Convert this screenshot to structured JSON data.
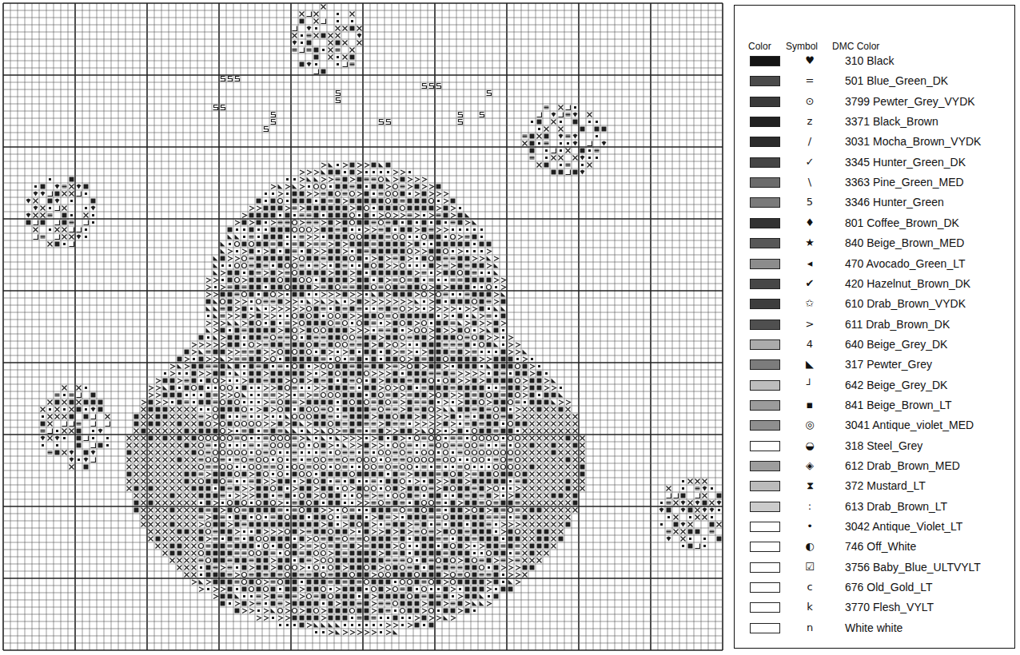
{
  "diagram": {
    "labels": [
      "Color",
      "Symbol",
      "DMC Color",
      "♥",
      "=",
      "⊙",
      "z",
      "/",
      "✓",
      "\\",
      "5",
      "♦",
      "★",
      "◂",
      "✔",
      "✩",
      ">",
      "4",
      "◣",
      "┘",
      "▪",
      "◎",
      "◒",
      "◈",
      "⧗",
      ":",
      "•",
      "◐",
      "☑",
      "c",
      "k",
      "n"
    ],
    "legend": [
      {
        "text": "310 Black",
        "color": "#141414"
      },
      {
        "text": "501 Blue_Green_DK",
        "color": "#4a4a4a"
      },
      {
        "text": "3799 Pewter_Grey_VYDK",
        "color": "#3a3a3a"
      },
      {
        "text": "3371 Black_Brown",
        "color": "#222222"
      },
      {
        "text": "3031 Mocha_Brown_VYDK",
        "color": "#2c2c2c"
      },
      {
        "text": "3345 Hunter_Green_DK",
        "color": "#454545"
      },
      {
        "text": "3363 Pine_Green_MED",
        "color": "#6c6c6c"
      },
      {
        "text": "3346 Hunter_Green",
        "color": "#7a7a7a"
      },
      {
        "text": "801 Coffee_Brown_DK",
        "color": "#333333"
      },
      {
        "text": "840 Beige_Brown_MED",
        "color": "#575757"
      },
      {
        "text": "470 Avocado_Green_LT",
        "color": "#8c8c8c"
      },
      {
        "text": "420 Hazelnut_Brown_DK",
        "color": "#474747"
      },
      {
        "text": "610 Drab_Brown_VYDK",
        "color": "#3e3e3e"
      },
      {
        "text": "611 Drab_Brown_DK",
        "color": "#4f4f4f"
      },
      {
        "text": "640 Beige_Grey_DK",
        "color": "#ababab"
      },
      {
        "text": "317 Pewter_Grey",
        "color": "#7c7c7c"
      },
      {
        "text": "642 Beige_Grey_DK",
        "color": "#bdbdbd"
      },
      {
        "text": "841 Beige_Brown_LT",
        "color": "#9b9b9b"
      },
      {
        "text": "3041 Antique_violet_MED",
        "color": "#8e8e8e"
      },
      {
        "text": "318 Steel_Grey",
        "color": "#ffffff"
      },
      {
        "text": "612 Drab_Brown_MED",
        "color": "#9d9d9d"
      },
      {
        "text": "372 Mustard_LT",
        "color": "#bbbbbb"
      },
      {
        "text": "613 Drab_Brown_LT",
        "color": "#cbcbcb"
      },
      {
        "text": "3042 Antique_Violet_LT",
        "color": "#ffffff"
      },
      {
        "text": "746 Off_White",
        "color": "#ffffff"
      },
      {
        "text": "3756 Baby_Blue_ULTVYLT",
        "color": "#ffffff"
      },
      {
        "text": "676 Old_Gold_LT",
        "color": "#ffffff"
      },
      {
        "text": "3770 Flesh_VYLT",
        "color": "#ffffff"
      },
      {
        "text": "White white",
        "color": "#ffffff"
      }
    ]
  }
}
